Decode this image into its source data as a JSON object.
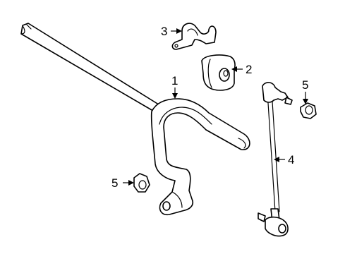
{
  "callouts": [
    {
      "id": "stabilizer-bar",
      "label": "1"
    },
    {
      "id": "bushing",
      "label": "2"
    },
    {
      "id": "bracket",
      "label": "3"
    },
    {
      "id": "link",
      "label": "4"
    },
    {
      "id": "nut-right",
      "label": "5"
    },
    {
      "id": "nut-left",
      "label": "5"
    }
  ]
}
